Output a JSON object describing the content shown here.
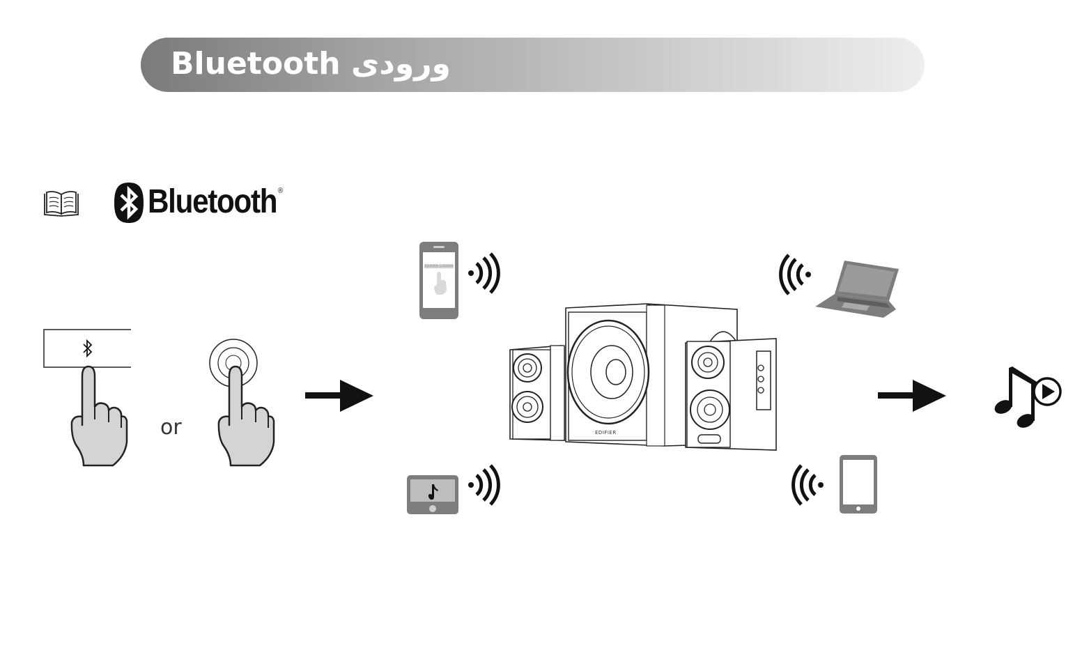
{
  "header": {
    "title": "Bluetooth ورودی"
  },
  "logo": {
    "wordmark": "Bluetooth",
    "registered": "®"
  },
  "instruction": {
    "separator": "or"
  },
  "devices": {
    "speaker_brand": "EDIFIER",
    "phone_screen_label": "EDIFIER S350DB"
  },
  "icons": [
    "manual-book-icon",
    "bluetooth-logo-icon",
    "bluetooth-symbol-icon",
    "finger-press-icon",
    "arrow-right-icon",
    "smartphone-icon",
    "wifi-signal-icon",
    "music-player-icon",
    "laptop-icon",
    "tablet-icon",
    "music-play-icon"
  ],
  "colors": {
    "banner_dark": "#7a7a7a",
    "banner_light": "#eeeeee",
    "ink": "#111111",
    "hand_fill": "#d4d4d4"
  }
}
